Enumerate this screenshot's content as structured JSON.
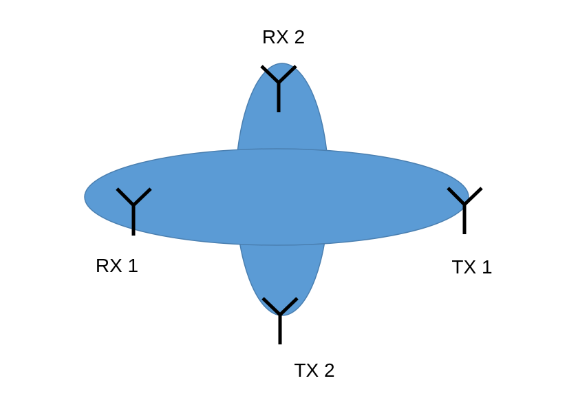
{
  "labels": {
    "rx1": "RX 1",
    "rx2": "RX 2",
    "tx1": "TX 1",
    "tx2": "TX 2"
  },
  "colors": {
    "ellipse_fill": "#5b9bd5",
    "ellipse_stroke": "#4a7fb0",
    "antenna": "#000000"
  },
  "icons": {
    "antenna": "antenna-icon"
  }
}
